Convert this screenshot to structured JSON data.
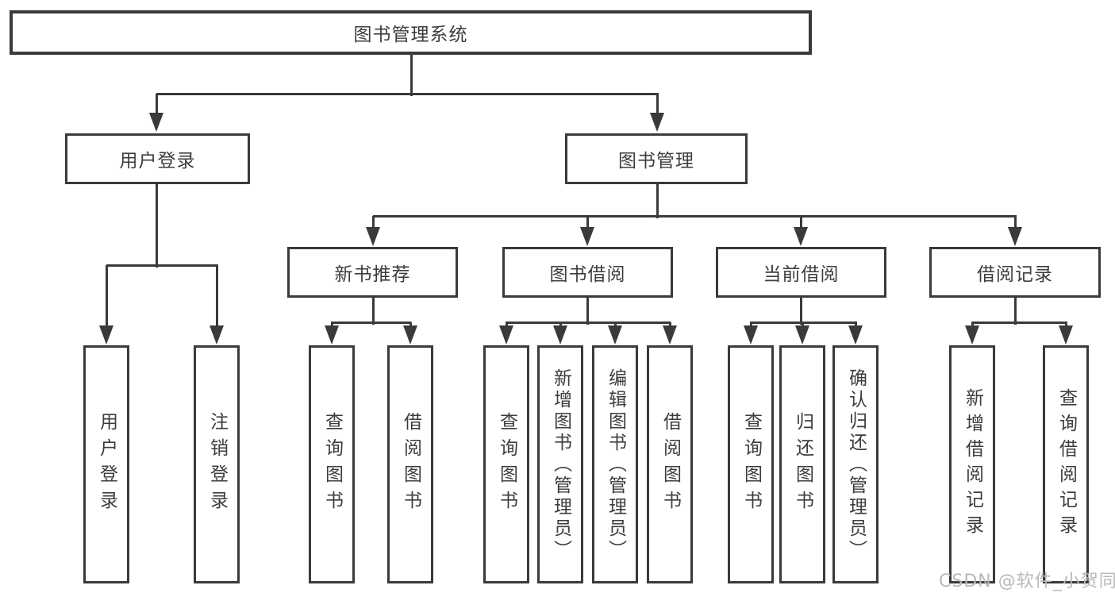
{
  "diagram": {
    "title": "图书管理系统",
    "type": "hierarchy-tree",
    "colors": {
      "line": "#3a3a3a",
      "text": "#3d3d3d",
      "box_background": "#ffffff",
      "watermark": "#b9b9b9"
    },
    "nodes": {
      "root": "图书管理系统",
      "user_login": "用户登录",
      "book_mgmt": "图书管理",
      "new_book_rec": "新书推荐",
      "book_borrow": "图书借阅",
      "current_borrow": "当前借阅",
      "borrow_record": "借阅记录",
      "leaf_user_login": "用户登录",
      "leaf_logout": "注销登录",
      "leaf_rec_query_book": "查询图书",
      "leaf_rec_borrow_book": "借阅图书",
      "leaf_bb_query_book": "查询图书",
      "leaf_bb_add_book": "新增图书（管理员）",
      "leaf_bb_edit_book": "编辑图书（管理员）",
      "leaf_bb_borrow_book": "借阅图书",
      "leaf_cb_query_book": "查询图书",
      "leaf_cb_return_book": "归还图书",
      "leaf_cb_confirm_return": "确认归还（管理员）",
      "leaf_br_add_record": "新增借阅记录",
      "leaf_br_query_record": "查询借阅记录"
    },
    "hierarchy": {
      "图书管理系统": {
        "用户登录": [
          "用户登录",
          "注销登录"
        ],
        "图书管理": {
          "新书推荐": [
            "查询图书",
            "借阅图书"
          ],
          "图书借阅": [
            "查询图书",
            "新增图书（管理员）",
            "编辑图书（管理员）",
            "借阅图书"
          ],
          "当前借阅": [
            "查询图书",
            "归还图书",
            "确认归还（管理员）"
          ],
          "借阅记录": [
            "新增借阅记录",
            "查询借阅记录"
          ]
        }
      }
    },
    "watermark": "CSDN @软件_小贺同学"
  }
}
